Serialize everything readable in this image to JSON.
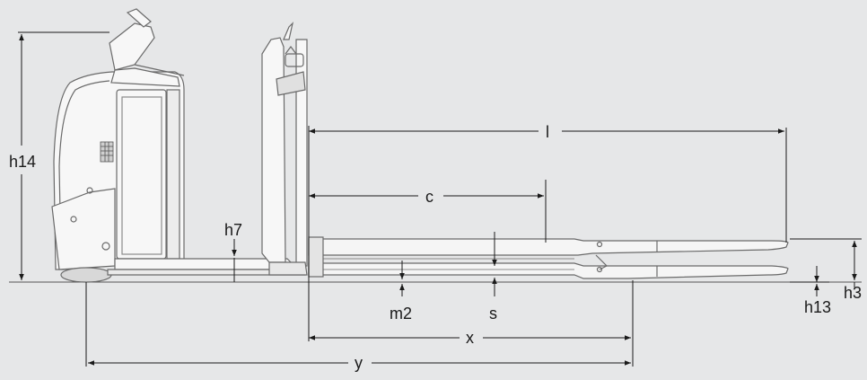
{
  "diagram": {
    "background_color": "#e6e7e8",
    "line_color": "#1a1a1a",
    "dimensions": {
      "h14": "h14",
      "h7": "h7",
      "l": "l",
      "c": "c",
      "m2": "m2",
      "s": "s",
      "x": "x",
      "y": "y",
      "h13": "h13",
      "h3": "h3"
    }
  }
}
